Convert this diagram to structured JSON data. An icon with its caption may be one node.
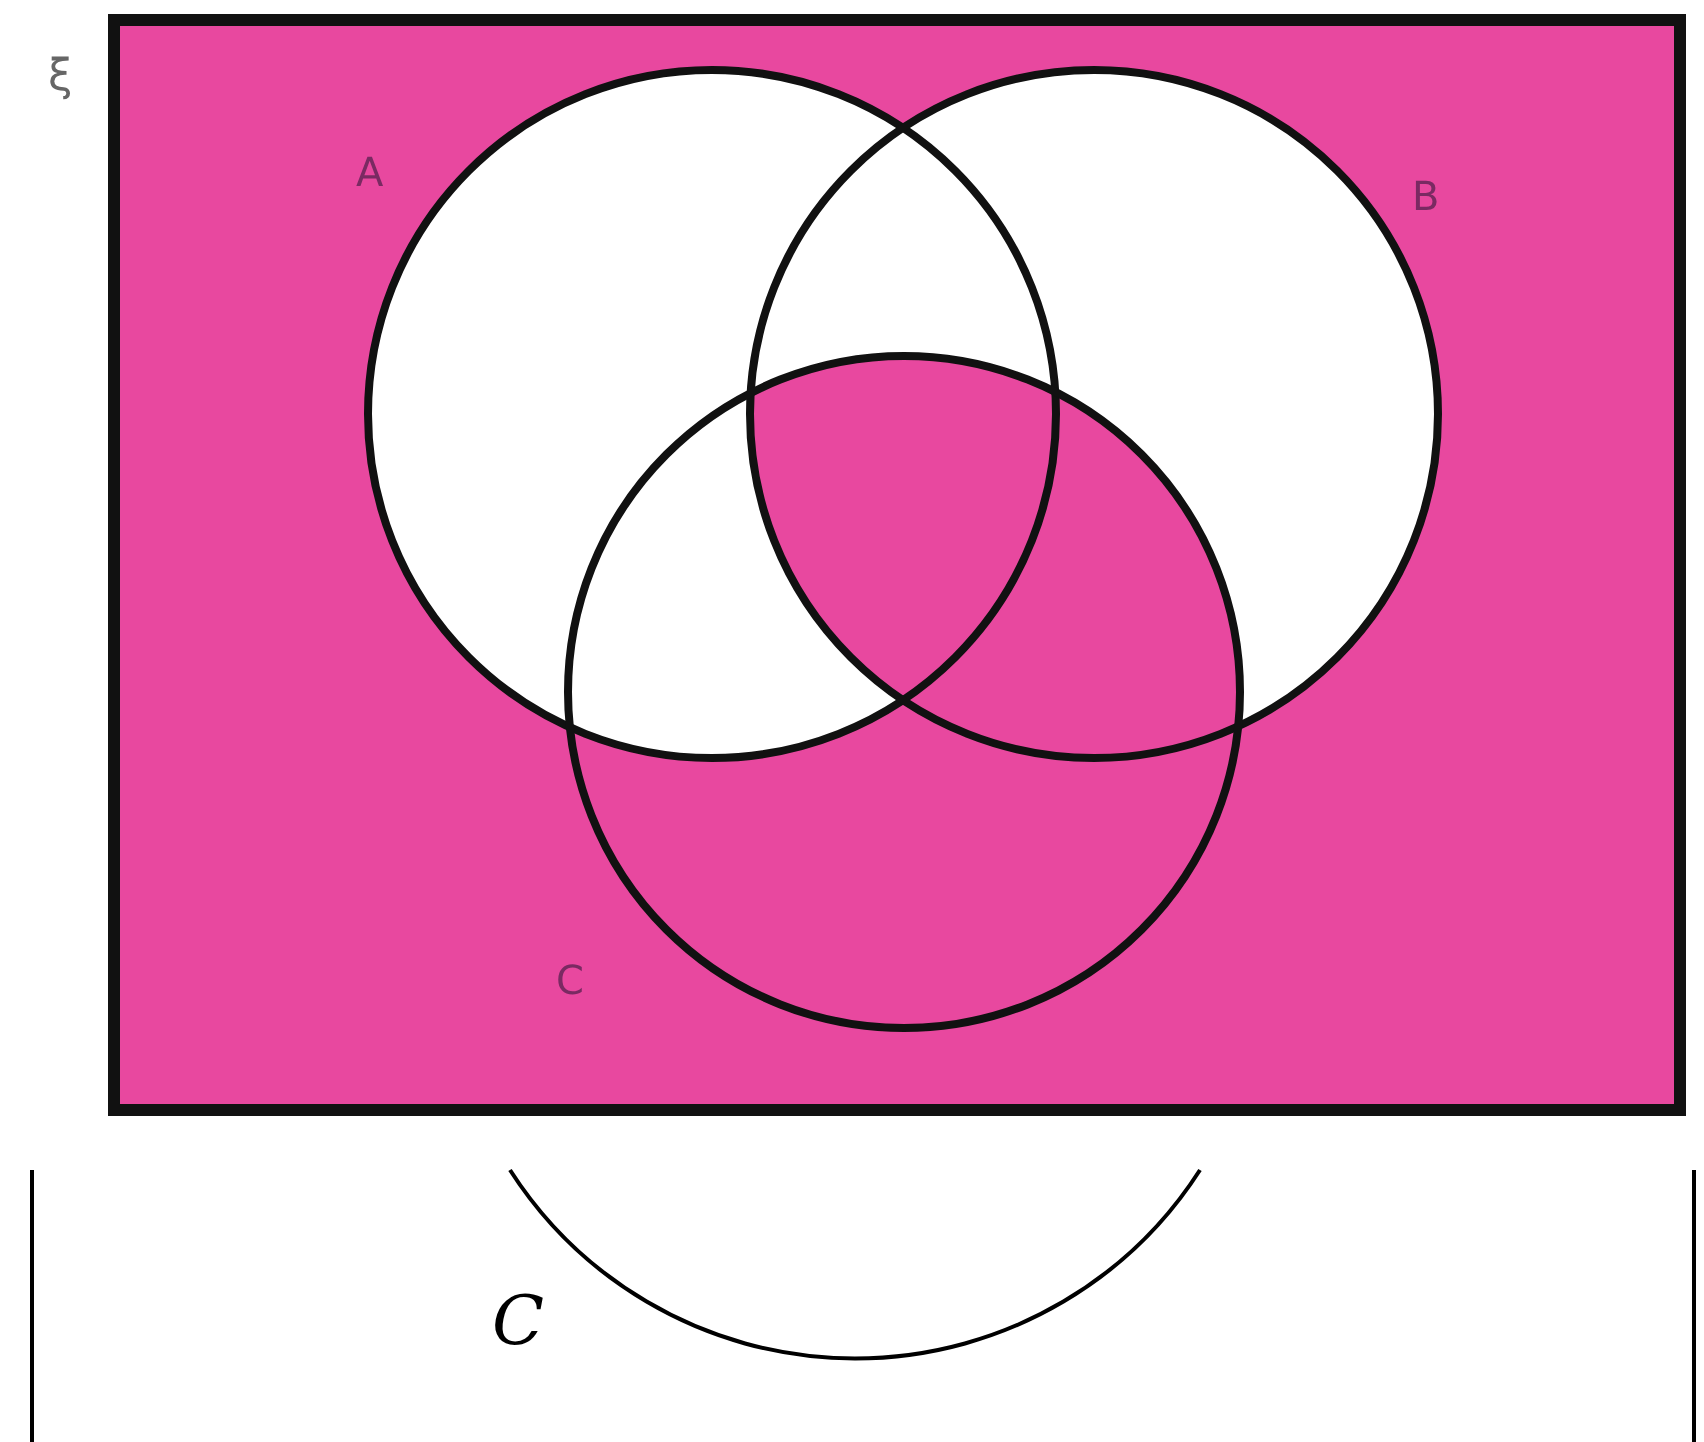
{
  "diagram": {
    "nodes": [
      {
        "text": [
          "ξ"
        ]
      },
      {
        "text": [
          "A"
        ],
        "in": 0
      },
      {
        "text": [
          "B"
        ],
        "in": 0
      },
      {
        "text": [
          "C"
        ],
        "in": 0
      }
    ],
    "labels": [
      "C"
    ]
  }
}
